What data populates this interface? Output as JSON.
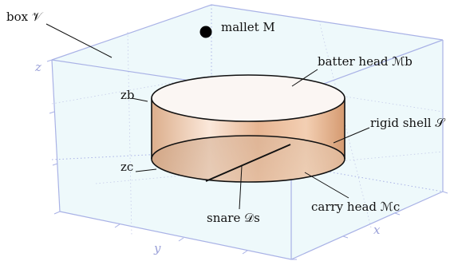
{
  "labels": {
    "box": "box 𝒱",
    "mallet": "mallet M",
    "batter_head": "batter head ℳb",
    "rigid_shell": "rigid shell 𝒮",
    "carry_head": "carry head ℳc",
    "snare": "snare 𝒟s",
    "zb": "zb",
    "zc": "zc"
  },
  "axes": {
    "x": "x",
    "y": "y",
    "z": "z"
  },
  "colors": {
    "box_edge": "#a9b2e6",
    "box_fill": "#eaf8fb",
    "shell_light": "#fdeee3",
    "shell_dark": "#d9a27a",
    "outline": "#111111"
  }
}
